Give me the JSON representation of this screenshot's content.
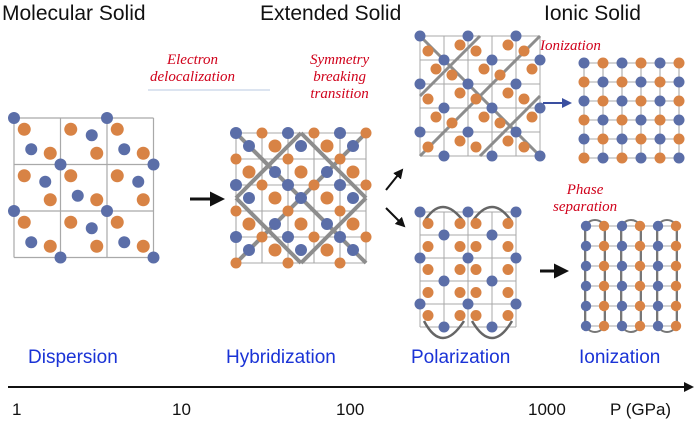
{
  "headers": {
    "molecular": "Molecular Solid",
    "extended": "Extended Solid",
    "ionic": "Ionic Solid"
  },
  "annotations": {
    "electron": [
      "Electron",
      "delocalization"
    ],
    "symmetry": [
      "Symmetry",
      "breaking",
      "transition"
    ],
    "ionization": "Ionization",
    "phase": [
      "Phase",
      "separation"
    ]
  },
  "mechanisms": {
    "dispersion": "Dispersion",
    "hybridization": "Hybridization",
    "polarization": "Polarization",
    "ionization": "Ionization"
  },
  "axis": {
    "ticks": [
      "1",
      "10",
      "100",
      "1000"
    ],
    "label": "P (GPa)"
  },
  "colors": {
    "blue_atom": "#5b6ea8",
    "orange_atom": "#d88345",
    "grid": "#a9a9a9",
    "annotation": "#d0021b",
    "mechanism": "#1a33d6"
  }
}
